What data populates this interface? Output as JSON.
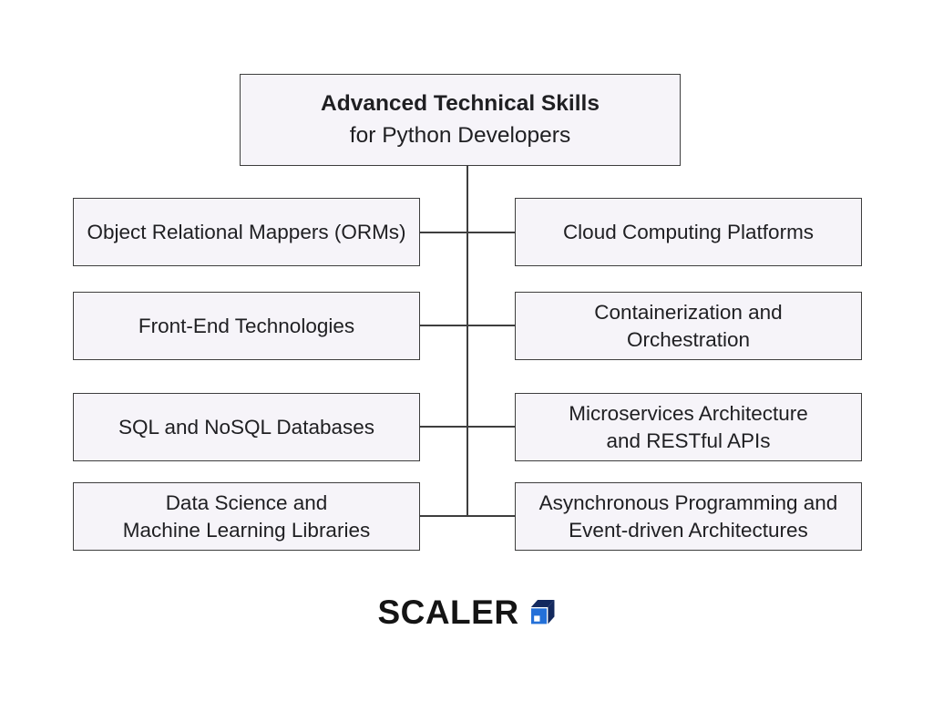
{
  "diagram": {
    "root": {
      "line1": "Advanced Technical Skills",
      "line2": "for Python Developers"
    },
    "left_nodes": [
      {
        "label": "Object Relational Mappers (ORMs)"
      },
      {
        "label": "Front-End Technologies"
      },
      {
        "label": "SQL and NoSQL Databases"
      },
      {
        "label": "Data Science and\nMachine Learning Libraries"
      }
    ],
    "right_nodes": [
      {
        "label": "Cloud Computing Platforms"
      },
      {
        "label": "Containerization and\nOrchestration"
      },
      {
        "label": "Microservices Architecture\nand RESTful APIs"
      },
      {
        "label": "Asynchronous Programming and\nEvent-driven Architectures"
      }
    ],
    "colors": {
      "node_fill": "#f6f4f9",
      "node_border": "#3e3e3e",
      "connector": "#3e3e3e",
      "text": "#1f1f22"
    }
  },
  "footer": {
    "brand": "SCALER",
    "logo_icon": "scaler-cube-icon",
    "brand_text_color": "#141414",
    "logo_blue": "#2470d8",
    "logo_navy": "#13295e"
  }
}
